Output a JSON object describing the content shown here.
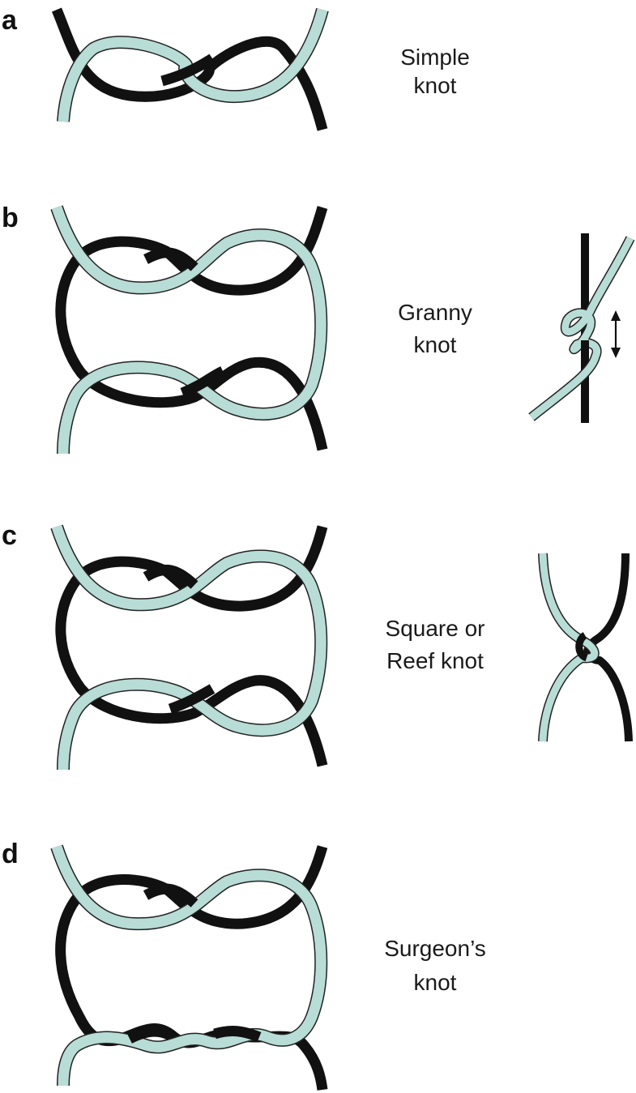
{
  "colors": {
    "dark_strand": "#111111",
    "light_strand": "#b8dcd6",
    "outline": "#222222",
    "background": "#ffffff"
  },
  "panels": [
    {
      "letter": "a",
      "caption_lines": [
        "Simple",
        "knot"
      ]
    },
    {
      "letter": "b",
      "caption_lines": [
        "Granny",
        "knot"
      ]
    },
    {
      "letter": "c",
      "caption_lines": [
        "Square or",
        "Reef knot"
      ]
    },
    {
      "letter": "d",
      "caption_lines": [
        "Surgeon’s",
        "knot"
      ]
    }
  ],
  "icons": {
    "granny_inset": "granny-knot-tied-icon",
    "square_inset": "square-knot-tied-icon",
    "slip_arrow": "double-headed-arrow-icon"
  }
}
